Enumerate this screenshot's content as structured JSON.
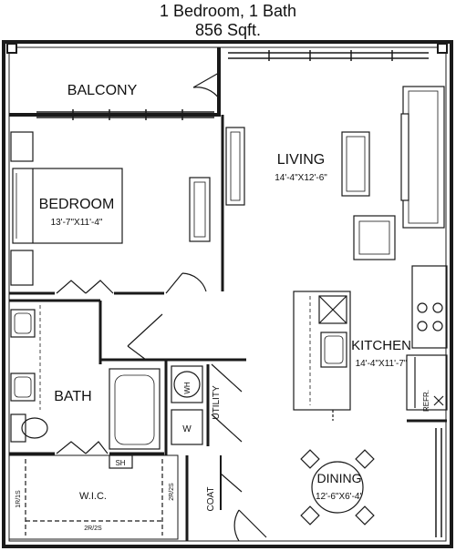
{
  "header": {
    "title": "1 Bedroom, 1 Bath",
    "sqft": "856 Sqft."
  },
  "rooms": {
    "balcony": {
      "name": "BALCONY"
    },
    "living": {
      "name": "LIVING",
      "dims": "14'-4\"X12'-6\""
    },
    "bedroom": {
      "name": "BEDROOM",
      "dims": "13'-7\"X11'-4\""
    },
    "kitchen": {
      "name": "KITCHEN",
      "dims": "14'-4\"X11'-7\""
    },
    "bath": {
      "name": "BATH"
    },
    "dining": {
      "name": "DINING",
      "dims": "12'-6\"X6'-4\""
    },
    "wic": {
      "name": "W.I.C."
    },
    "utility": {
      "name": "UTILITY"
    },
    "coat": {
      "name": "COAT"
    }
  },
  "fixtures": {
    "wh": "WH",
    "w": "W",
    "sh": "SH",
    "refr": "REFR.",
    "shelf_1r1s": "1R/1S",
    "shelf_2r2s_side": "2R/2S",
    "shelf_2r2s_bottom": "2R/2S"
  }
}
